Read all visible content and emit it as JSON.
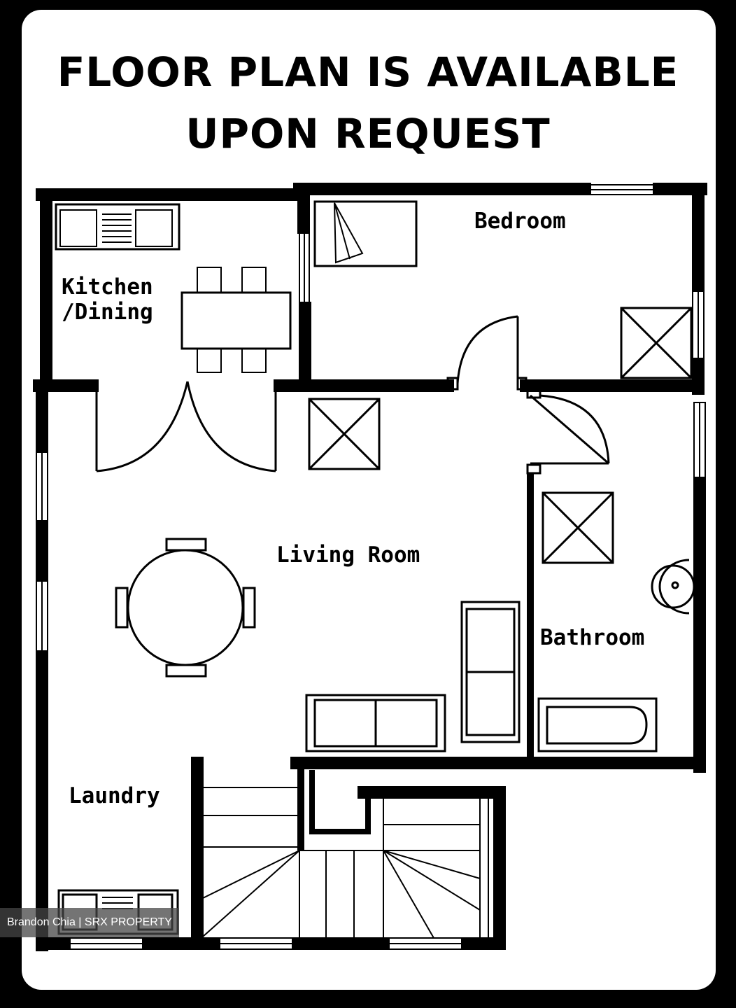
{
  "banner": {
    "line1": "FLOOR PLAN IS AVAILABLE",
    "line2": "UPON REQUEST"
  },
  "rooms": {
    "kitchen_line1": "Kitchen",
    "kitchen_line2": "/Dining",
    "bedroom": "Bedroom",
    "living_room": "Living Room",
    "bathroom": "Bathroom",
    "laundry": "Laundry"
  },
  "watermark": {
    "text": "Brandon Chia | SRX PROPERTY"
  },
  "colors": {
    "background": "#000000",
    "card": "#ffffff",
    "ink": "#000000",
    "watermark_bg": "#464646"
  }
}
